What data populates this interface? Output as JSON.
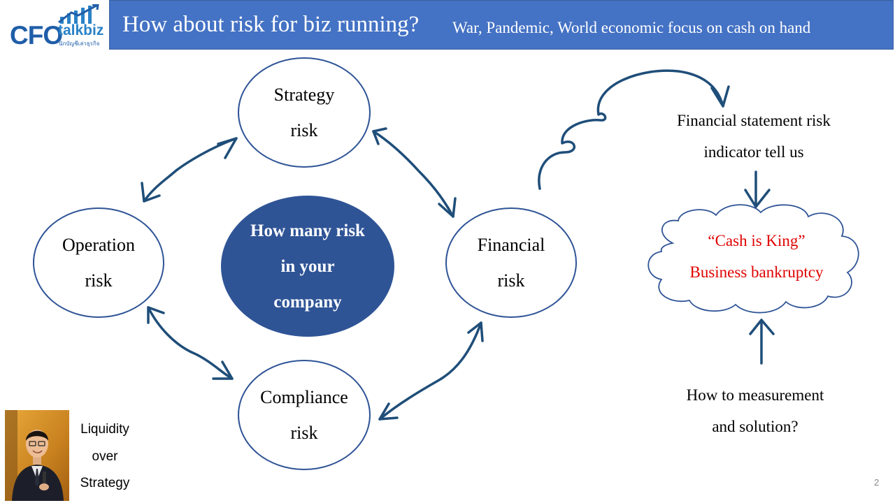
{
  "logo": {
    "brand_cfo": "CFO",
    "brand_talkbiz": "talkbiz",
    "brand_tagline": "นักบัญชีเล่าธุรกิจ"
  },
  "header": {
    "title": "How about risk for biz running?",
    "subtitle": "War, Pandemic, World economic focus on cash on hand"
  },
  "diagram": {
    "strategy": [
      "Strategy",
      "risk"
    ],
    "operation": [
      "Operation",
      "risk"
    ],
    "financial": [
      "Financial",
      "risk"
    ],
    "compliance": [
      "Compliance",
      "risk"
    ],
    "center": [
      "How many risk",
      "in your",
      "company"
    ]
  },
  "right_panel": {
    "statement": [
      "Financial statement risk",
      "indicator tell us"
    ],
    "cloud": [
      "“Cash is King”",
      "Business bankruptcy"
    ],
    "question": [
      "How to measurement",
      "and solution?"
    ]
  },
  "footer": {
    "quote": [
      "Liquidity",
      "over",
      "Strategy"
    ],
    "page_number": "2"
  },
  "colors": {
    "header_bg": "#4472c4",
    "accent": "#2f5496",
    "arrow": "#1f4e79",
    "cloud_text": "#e00000"
  }
}
